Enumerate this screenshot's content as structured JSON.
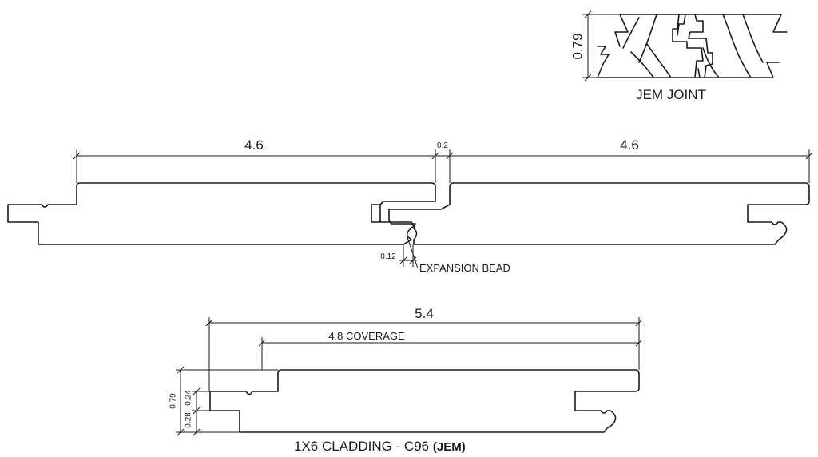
{
  "jem_joint": {
    "label": "JEM JOINT",
    "thickness": "0.79"
  },
  "joined_boards": {
    "left_width": "4.6",
    "gap": "0.2",
    "right_width": "4.6",
    "bead_dim": "0.12",
    "bead_label": "EXPANSION BEAD"
  },
  "single_board": {
    "overall": "5.4",
    "coverage": "4.8 COVERAGE",
    "thickness": "0.79",
    "upper_step": "0.24",
    "lower_step": "0.28",
    "title_main": "1X6 CLADDING - C96",
    "title_bold": "(JEM)"
  }
}
